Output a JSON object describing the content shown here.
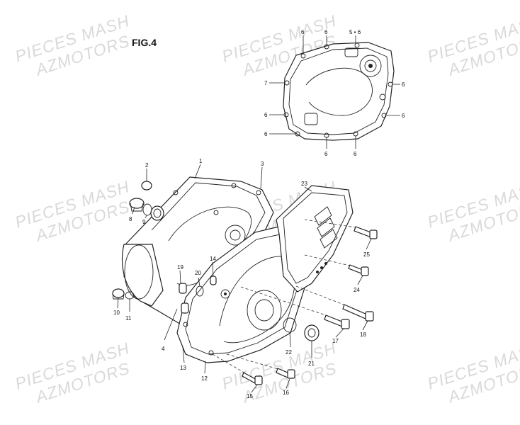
{
  "figure": {
    "title": "FIG.4"
  },
  "watermark": {
    "line1": "PIECES MASH",
    "line2": "AZMOTORS"
  },
  "colors": {
    "lines": "#222222",
    "watermark": "#d9d9d9",
    "background": "#ffffff"
  },
  "callouts": {
    "c1": "1",
    "c2": "2",
    "c3": "3",
    "c4": "4",
    "c6": "6",
    "c56": "5 • 6",
    "c7": "7",
    "c8": "8",
    "c9": "9",
    "c10": "10",
    "c11": "11",
    "c12": "12",
    "c13": "13",
    "c14": "14",
    "c15": "15",
    "c16": "16",
    "c17": "17",
    "c18": "18",
    "c19": "19",
    "c20": "20",
    "c21": "21",
    "c22": "22",
    "c23": "23",
    "c24": "24",
    "c25": "25"
  }
}
